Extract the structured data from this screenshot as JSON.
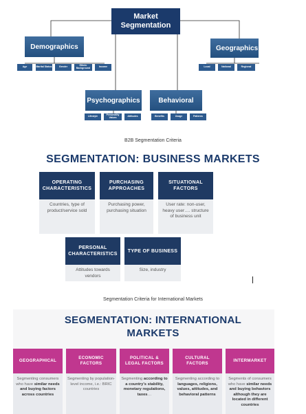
{
  "tree": {
    "root": "Market Segmentation",
    "categories": {
      "demographics": "Demographics",
      "geographics": "Geographics",
      "psychographics": "Psychographics",
      "behavioral": "Behavioral"
    },
    "demographics_items": [
      "Age",
      "Marital Status",
      "Gender",
      "Ethnic Background",
      "Income"
    ],
    "geographics_items": [
      "Local",
      "National",
      "Regional"
    ],
    "psychographics_items": [
      "Lifestyle",
      "Personality Values",
      "Attitudes"
    ],
    "behavioral_items": [
      "Benefits",
      "Usage",
      "Patterns"
    ]
  },
  "b2b": {
    "caption": "B2B Segmentation Criteria",
    "title": "SEGMENTATION: BUSINESS MARKETS",
    "cards": [
      {
        "header": "OPERATING CHARACTERISTICS",
        "body": "Countries, type of product/service sold"
      },
      {
        "header": "PURCHASING APPROACHES",
        "body": "Purchasing power, purchasing situation"
      },
      {
        "header": "SITUATIONAL FACTORS",
        "body": "User rate: non-user, heavy user…. structure of business unit"
      },
      {
        "header": "PERSONAL CHARACTERISTICS",
        "body": "Attitudes towards vendors"
      },
      {
        "header": "TYPE OF BUSINESS",
        "body": "Size, industry"
      }
    ]
  },
  "intl": {
    "caption": "Segmentation Criteria for International Markets",
    "title_line1": "SEGMENTATION: INTERNATIONAL",
    "title_line2": "MARKETS",
    "cards": [
      {
        "header": "GEOGRAPHICAL",
        "body_pre": "Segmenting consumers who have ",
        "body_bold": "similar needs and buying factors across countries",
        "body_post": ""
      },
      {
        "header": "ECONOMIC FACTORS",
        "body_pre": "Segmenting by population-level income, i.e.: BRIC countries",
        "body_bold": "",
        "body_post": ""
      },
      {
        "header": "POLITICAL & LEGAL FACTORS",
        "body_pre": "Segmenting ",
        "body_bold": "according to a country's stability, monetary regulations, taxes",
        "body_post": "…"
      },
      {
        "header": "CULTURAL FACTORS",
        "body_pre": "Segmenting according to ",
        "body_bold": "languages, religions, values, attitudes, and behavioral patterns",
        "body_post": ""
      },
      {
        "header": "INTERMARKET",
        "body_pre": "Segments of consumers who have ",
        "body_bold": "similar needs and buying behaviors although they are located in different countries",
        "body_post": ""
      }
    ]
  },
  "colors": {
    "navy": "#1b3a6b",
    "category_blue": "#2d5a8e",
    "b2b_header": "#1f3a63",
    "intl_header": "#c0378f",
    "card_bg": "#eceef1"
  }
}
